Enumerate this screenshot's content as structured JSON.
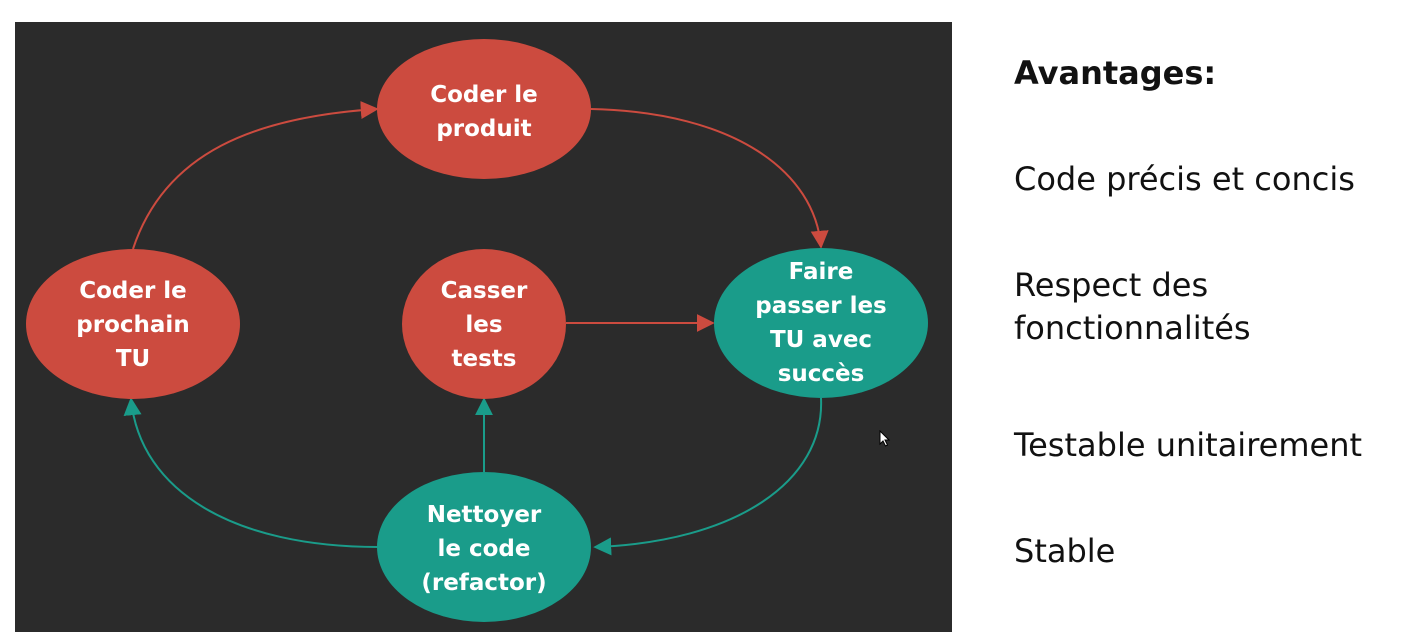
{
  "diagram": {
    "nodes": {
      "coder_produit": {
        "lines": [
          "Coder le",
          "produit"
        ],
        "color": "#cc4b3f"
      },
      "faire_passer": {
        "lines": [
          "Faire",
          "passer les",
          "TU avec",
          "succès"
        ],
        "color": "#1a9c8a"
      },
      "nettoyer": {
        "lines": [
          "Nettoyer",
          "le code",
          "(refactor)"
        ],
        "color": "#1a9c8a"
      },
      "coder_prochain": {
        "lines": [
          "Coder le",
          "prochain",
          "TU"
        ],
        "color": "#cc4b3f"
      },
      "casser": {
        "lines": [
          "Casser",
          "les",
          "tests"
        ],
        "color": "#cc4b3f"
      }
    },
    "edge_colors": {
      "red": "#cc4b3f",
      "teal": "#1a9c8a"
    }
  },
  "panel": {
    "title": "Avantages:",
    "items": [
      {
        "text": "Code précis et concis"
      },
      {
        "text": "Respect des fonctionnalités"
      },
      {
        "text": "Testable unitairement"
      },
      {
        "text": "Stable"
      }
    ]
  },
  "icons": {
    "cursor": "mouse-pointer-icon"
  }
}
